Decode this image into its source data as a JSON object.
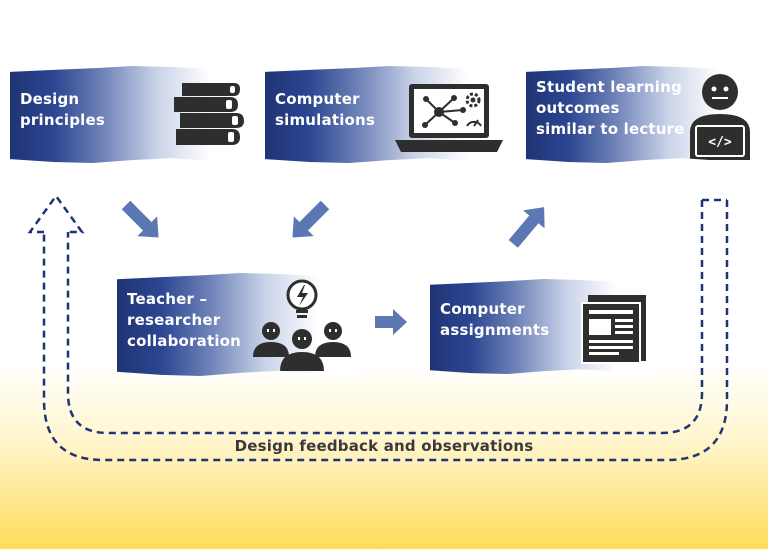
{
  "boxes": {
    "design_principles": {
      "label": "Design\nprinciples",
      "icon": "books-icon"
    },
    "computer_simulations": {
      "label": "Computer\nsimulations",
      "icon": "laptop-network-icon"
    },
    "student_outcomes": {
      "label": "Student learning\noutcomes\nsimilar to lecture",
      "icon": "coder-person-icon"
    },
    "collaboration": {
      "label": "Teacher –\nresearcher\ncollaboration",
      "icon": "team-idea-icon"
    },
    "assignments": {
      "label": "Computer\nassignments",
      "icon": "document-icon"
    }
  },
  "feedback": {
    "label": "Design feedback and observations"
  },
  "colors": {
    "navy": "#1f3474",
    "arrow": "#5b78b5",
    "dashed": "#1f3474",
    "icon": "#2e2e2e",
    "yellow": "#ffdd5a"
  }
}
